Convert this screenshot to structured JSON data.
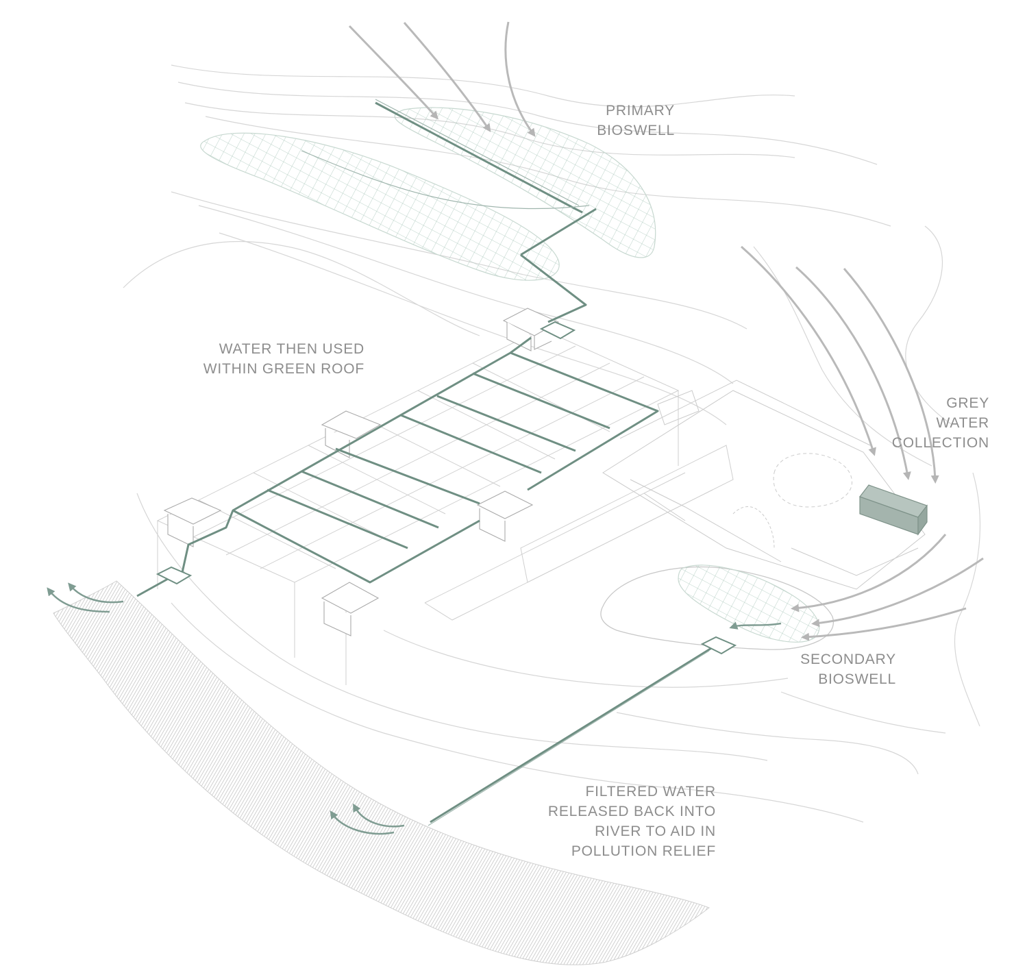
{
  "colors": {
    "background": "#ffffff",
    "label": "#8d8d8d",
    "contour": "#d2d2d2",
    "arrow": "#b9b9b9",
    "water_pipe": "#6f8f83",
    "bioswell_hatch": "#9fbfb2",
    "building_line": "#c8c8c8",
    "river": "#c9c9c9",
    "grey_tank": "#a3b3ac"
  },
  "labels": {
    "primary_bioswell": [
      "PRIMARY",
      "BIOSWELL"
    ],
    "green_roof": [
      "WATER  THEN USED",
      "WITHIN  GREEN ROOF"
    ],
    "grey_water": [
      "GREY",
      "WATER",
      "COLLECTION"
    ],
    "secondary_bioswell": [
      "SECONDARY",
      "BIOSWELL"
    ],
    "filtered_water": [
      "FILTERED WATER",
      "RELEASED BACK INTO",
      "RIVER TO AID IN",
      "POLLUTION RELIEF"
    ]
  },
  "icons": {
    "flow_arrow": "curved-arrow-icon",
    "cistern": "cistern-icon",
    "grey_water_tank": "tank-icon"
  }
}
